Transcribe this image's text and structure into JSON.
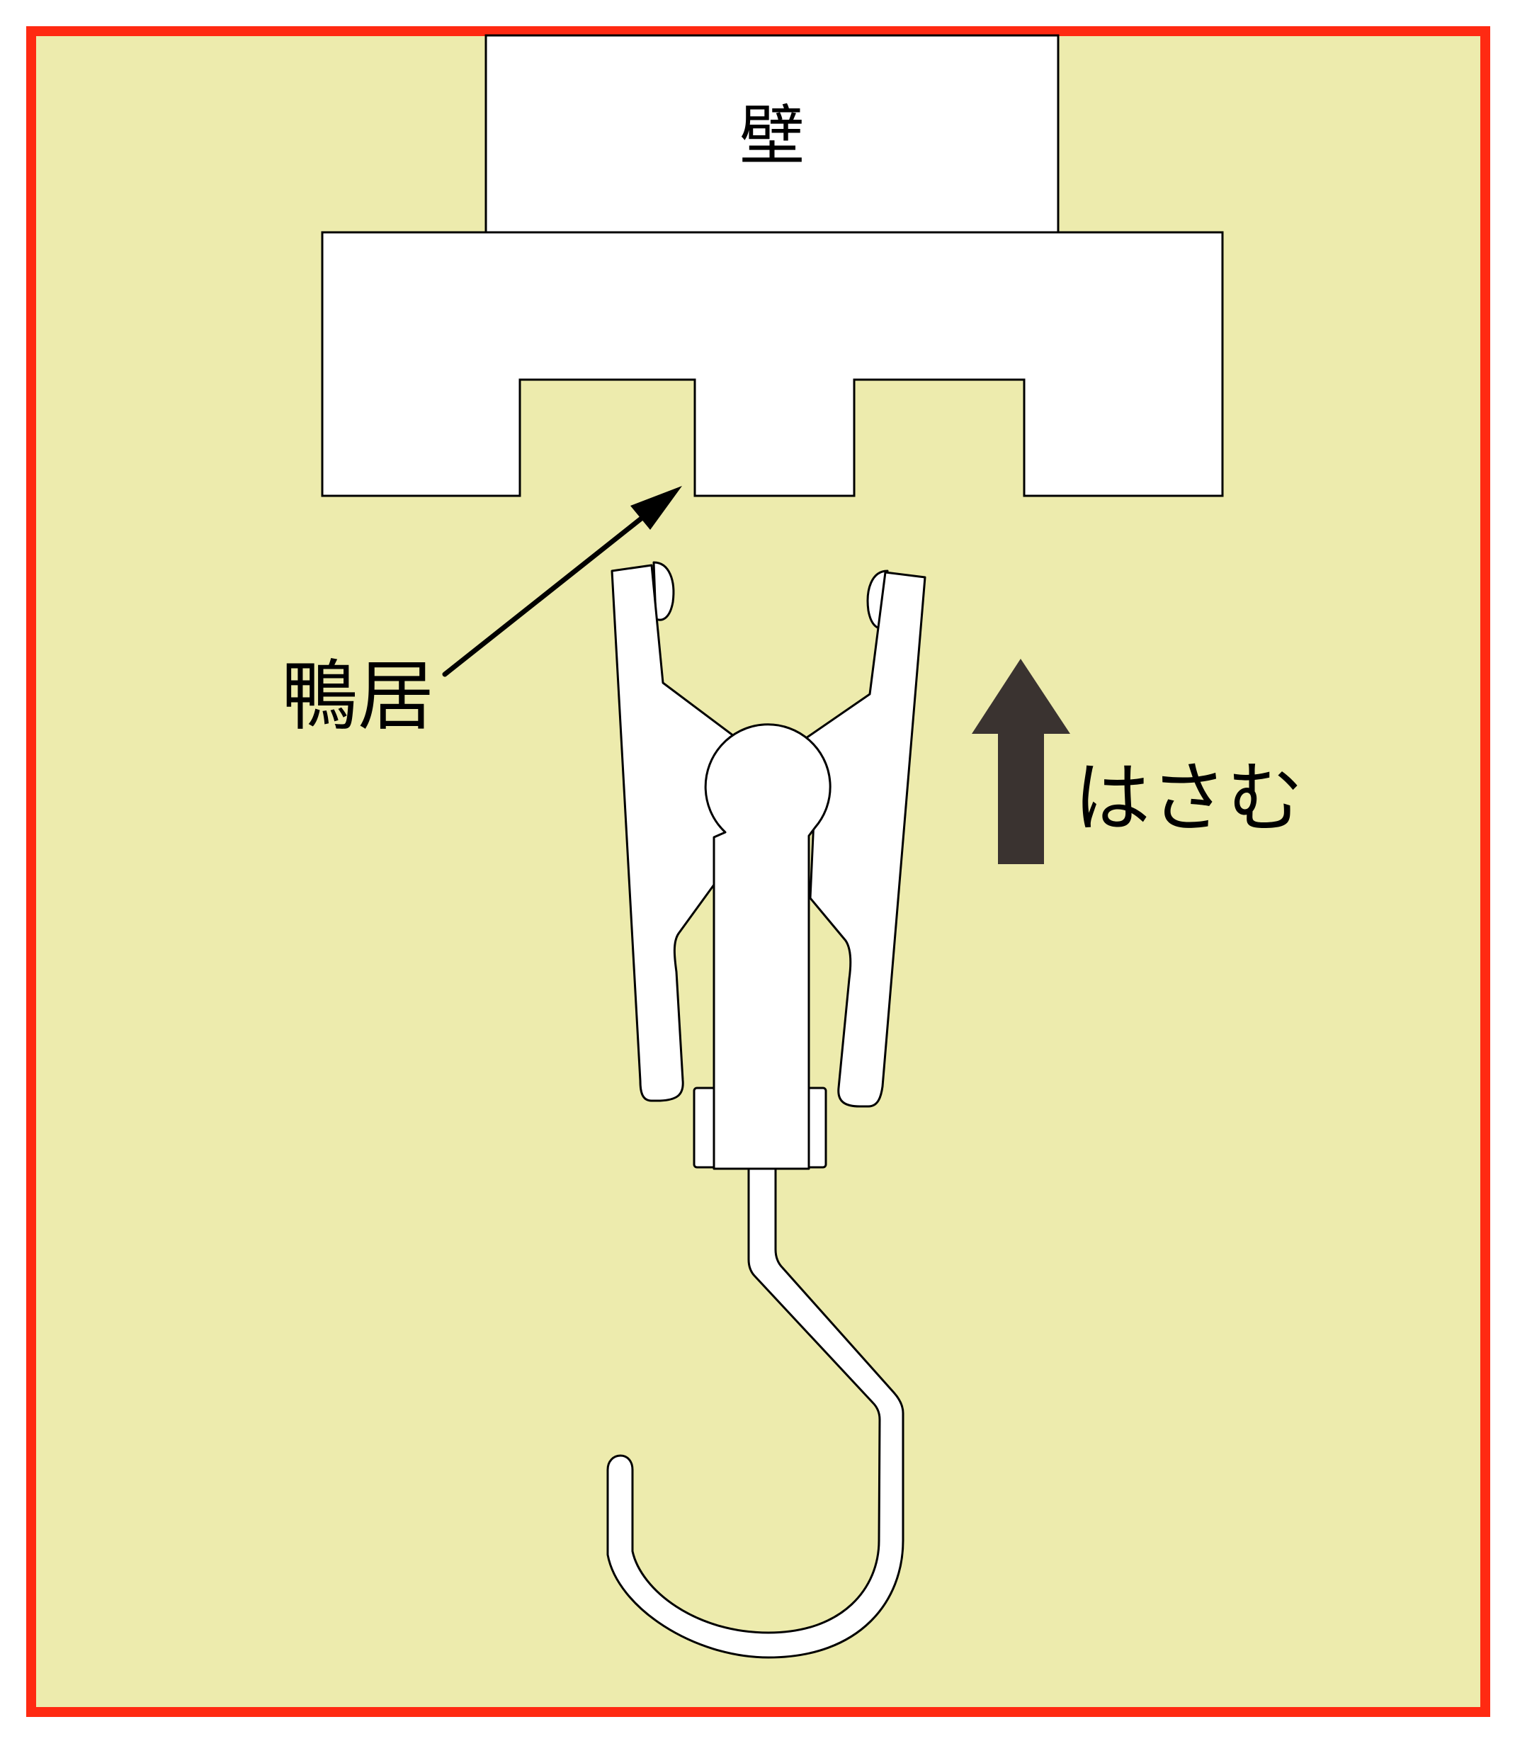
{
  "labels": {
    "wall": "壁",
    "lintel": "鴨居",
    "action": "はさむ"
  },
  "colors": {
    "background": "#EDEBAD",
    "border": "#FF2A12",
    "fill": "#FFFFFF",
    "outline": "#000000",
    "action_arrow": "#3A3330"
  }
}
